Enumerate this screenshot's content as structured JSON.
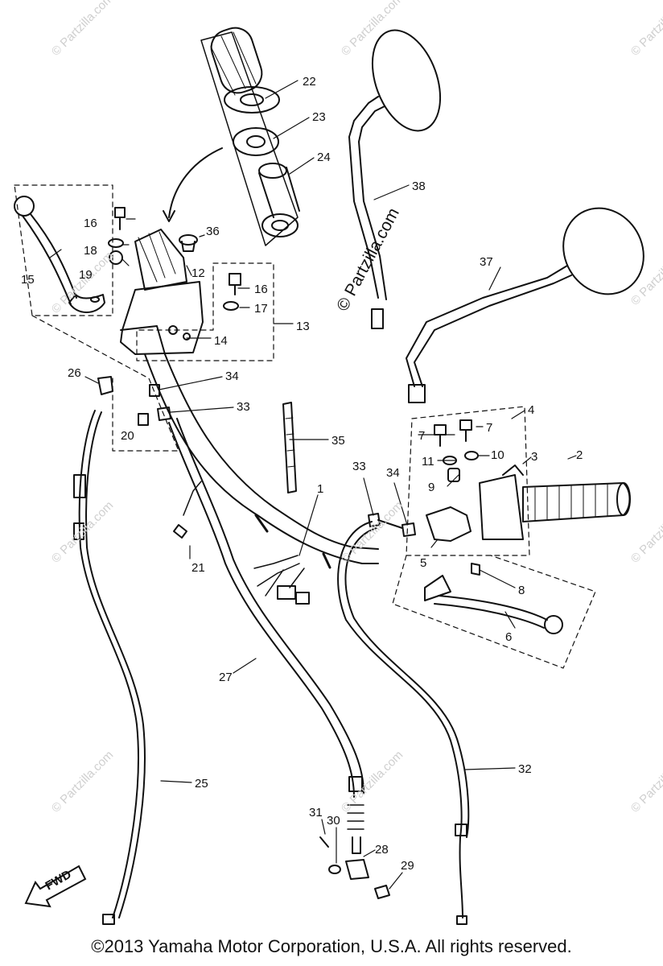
{
  "copyright": "©2013 Yamaha Motor Corporation, U.S.A. All rights reserved.",
  "watermark": "© Partzilla.com",
  "direction_marker": "FWD",
  "callouts": {
    "p1": "1",
    "p2": "2",
    "p3": "3",
    "p4": "4",
    "p5": "5",
    "p6": "6",
    "p7a": "7",
    "p7b": "7",
    "p8": "8",
    "p9": "9",
    "p10": "10",
    "p11": "11",
    "p12": "12",
    "p13": "13",
    "p14": "14",
    "p15": "15",
    "p16a": "16",
    "p16b": "16",
    "p17": "17",
    "p18": "18",
    "p19": "19",
    "p20": "20",
    "p21": "21",
    "p22": "22",
    "p23": "23",
    "p24": "24",
    "p25": "25",
    "p26": "26",
    "p27": "27",
    "p28": "28",
    "p29": "29",
    "p30": "30",
    "p31": "31",
    "p32": "32",
    "p33a": "33",
    "p33b": "33",
    "p34a": "34",
    "p34b": "34",
    "p35": "35",
    "p36": "36",
    "p37": "37",
    "p38": "38"
  },
  "colors": {
    "line": "#111111",
    "watermark": "#cfcfcf",
    "background": "#ffffff"
  }
}
